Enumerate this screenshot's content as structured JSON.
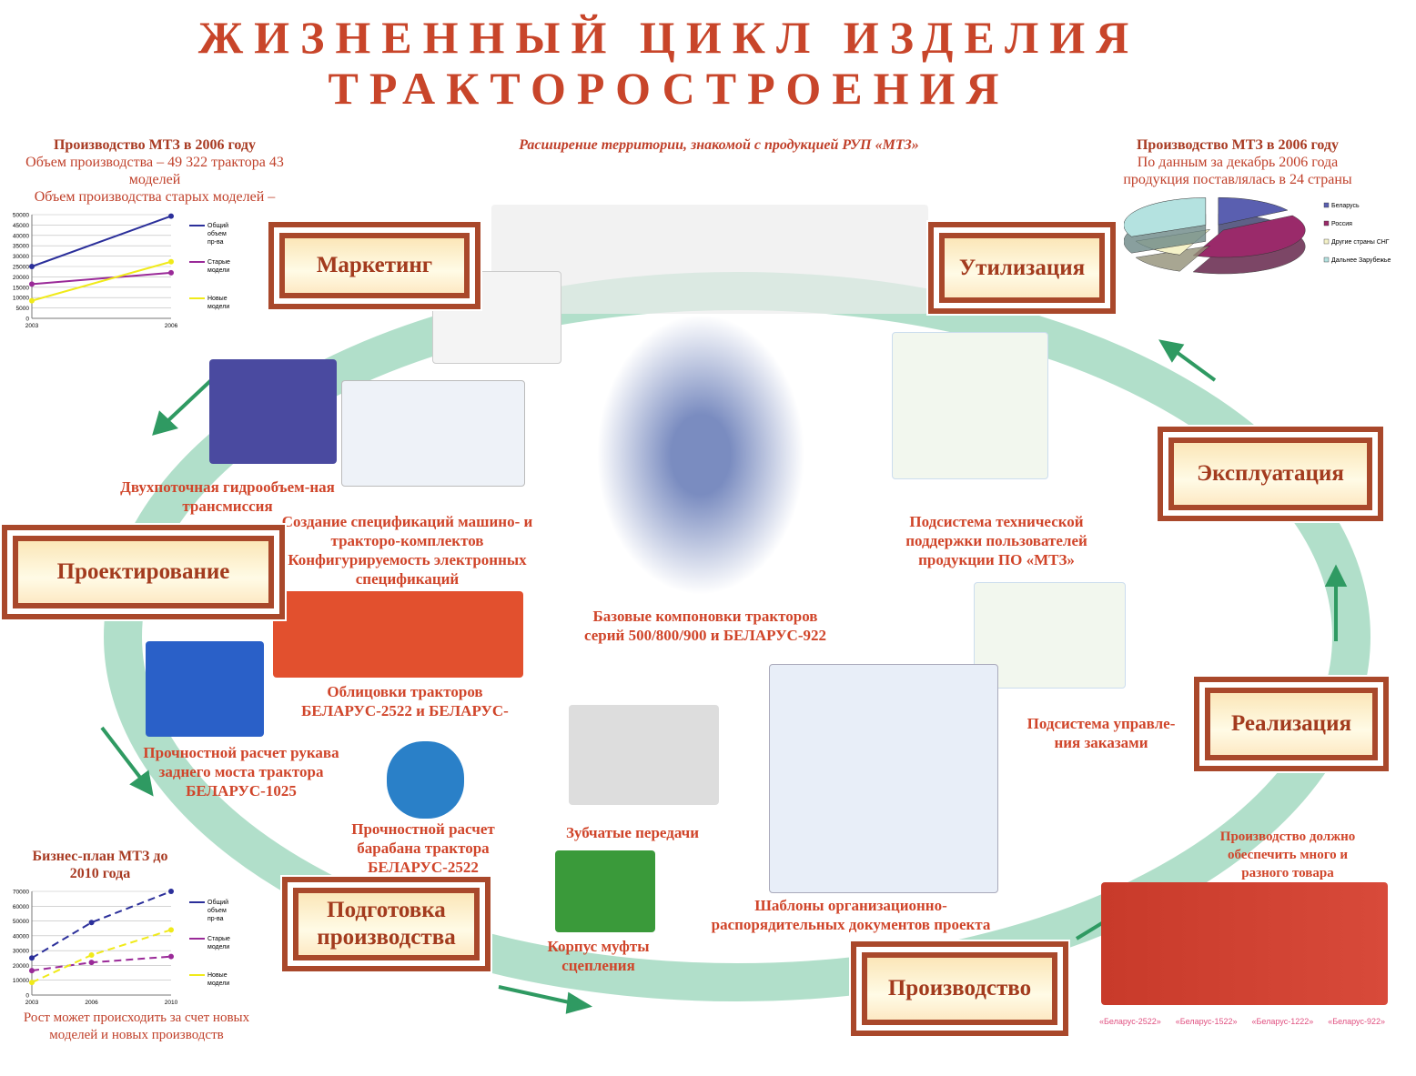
{
  "title": {
    "line1": "ЖИЗНЕННЫЙ ЦИКЛ ИЗДЕЛИЯ",
    "line2": "ТРАКТОРОСТРОЕНИЯ"
  },
  "map_caption": "Расширение территории, знакомой с продукцией РУП «МТЗ»",
  "stages": {
    "marketing": "Маркетинг",
    "utilization": "Утилизация",
    "operation": "Эксплуатация",
    "design": "Проектирование",
    "sales": "Реализация",
    "preparation": "Подготовка производства",
    "production": "Производство"
  },
  "info_left": {
    "heading": "Производство МТЗ в 2006 году",
    "line1": "Объем производства – 49 322 трактора 43 моделей",
    "line2": "Объем производства старых моделей –"
  },
  "info_right": {
    "heading": "Производство МТЗ в 2006 году",
    "line1": "По данным за декабрь 2006 года",
    "line2": "продукция поставлялась в 24 страны"
  },
  "info_plan": {
    "heading": "Бизнес-план МТЗ до 2010 года",
    "footer": "Рост может происходить за счет новых моделей и новых производств"
  },
  "captions": {
    "transmission": "Двухпоточная гидрообъем-ная трансмиссия",
    "specs": "Создание спецификаций машино- и тракторо-комплектов Конфигурируемость электронных спецификаций",
    "base_layouts": "Базовые компоновки тракторов серий 500/800/900 и БЕЛАРУС-922",
    "support": "Подсистема технической поддержки пользователей продукции ПО «МТЗ»",
    "cladding": "Облицовки тракторов БЕЛАРУС-2522 и БЕЛАРУС-",
    "axle": "Прочностной расчет рукава заднего моста трактора БЕЛАРУС-1025",
    "drum": "Прочностной расчет барабана трактора БЕЛАРУС-2522",
    "gears": "Зубчатые передачи",
    "clutch": "Корпус муфты сцепления",
    "templates": "Шаблоны организационно-распорядительных документов проекта",
    "orders": "Подсистема управле-ния заказами",
    "variety": "Производство должно обеспечить много и разного товара"
  },
  "tractor_models": [
    "«Беларус-2522»",
    "«Беларус-1522»",
    "«Беларус-1222»",
    "«Беларус-922»"
  ],
  "colors": {
    "accent": "#c8452a",
    "frame": "#a9482b",
    "ring": "#a8dcc4",
    "arrow": "#2f9a62"
  },
  "chart_data": [
    {
      "type": "line",
      "title": "Производство МТЗ в 2006 году",
      "categories": [
        "2003",
        "2006"
      ],
      "ylim": [
        0,
        50000
      ],
      "yticks": [
        0,
        5000,
        10000,
        15000,
        20000,
        25000,
        30000,
        35000,
        40000,
        45000,
        50000
      ],
      "series": [
        {
          "name": "Общий объем пр-ва",
          "color": "#2b2f9a",
          "values": [
            25000,
            49300
          ]
        },
        {
          "name": "Старые модели",
          "color": "#9a2a98",
          "values": [
            16500,
            22000
          ]
        },
        {
          "name": "Новые модели",
          "color": "#f0ea1a",
          "values": [
            8500,
            27300
          ]
        }
      ]
    },
    {
      "type": "pie",
      "title": "Производство МТЗ в 2006 году",
      "labels": [
        "Беларусь",
        "Россия",
        "Другие страны СНГ",
        "Дальнее Зарубежье"
      ],
      "values": [
        16,
        40,
        12,
        32
      ],
      "colors": [
        "#5a5fb0",
        "#9a2a6a",
        "#f5f2c8",
        "#b4e2e0"
      ]
    },
    {
      "type": "line",
      "dashed": true,
      "title": "Бизнес-план МТЗ до 2010 года",
      "categories": [
        "2003",
        "2006",
        "2010"
      ],
      "ylim": [
        0,
        70000
      ],
      "yticks": [
        0,
        10000,
        20000,
        30000,
        40000,
        50000,
        60000,
        70000
      ],
      "series": [
        {
          "name": "Общий объем пр-ва",
          "color": "#2b2f9a",
          "values": [
            25000,
            49000,
            70000
          ]
        },
        {
          "name": "Старые модели",
          "color": "#9a2a98",
          "values": [
            16500,
            22000,
            26000
          ]
        },
        {
          "name": "Новые модели",
          "color": "#f0ea1a",
          "values": [
            8500,
            27000,
            44000
          ]
        }
      ]
    }
  ]
}
